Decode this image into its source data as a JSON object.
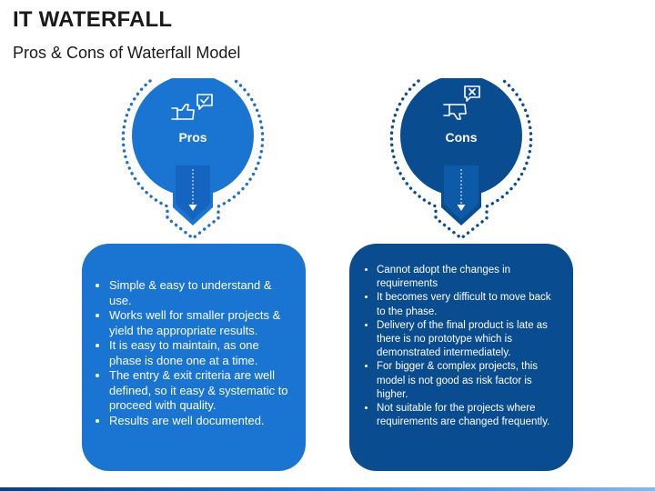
{
  "header": {
    "title": "IT WATERFALL",
    "subtitle": "Pros & Cons of Waterfall Model"
  },
  "pros": {
    "label": "Pros",
    "icon": "thumbs-up-check-icon",
    "color": "#1a74d2",
    "items": [
      "Simple & easy to understand & use.",
      "Works well for smaller projects & yield the appropriate results.",
      "It is easy to maintain, as one phase is done one at a time.",
      "The entry & exit criteria are well defined, so it easy & systematic to proceed with quality.",
      "Results are well documented."
    ]
  },
  "cons": {
    "label": "Cons",
    "icon": "thumbs-down-cross-icon",
    "color": "#0a4c90",
    "items": [
      "Cannot adopt the changes in requirements",
      "It becomes very difficult to move back to the phase.",
      "Delivery of the final product is late as there is no prototype which is demonstrated intermediately.",
      "For bigger & complex projects, this model is not good as risk factor is higher.",
      "Not suitable for the projects where requirements are changed frequently."
    ]
  }
}
